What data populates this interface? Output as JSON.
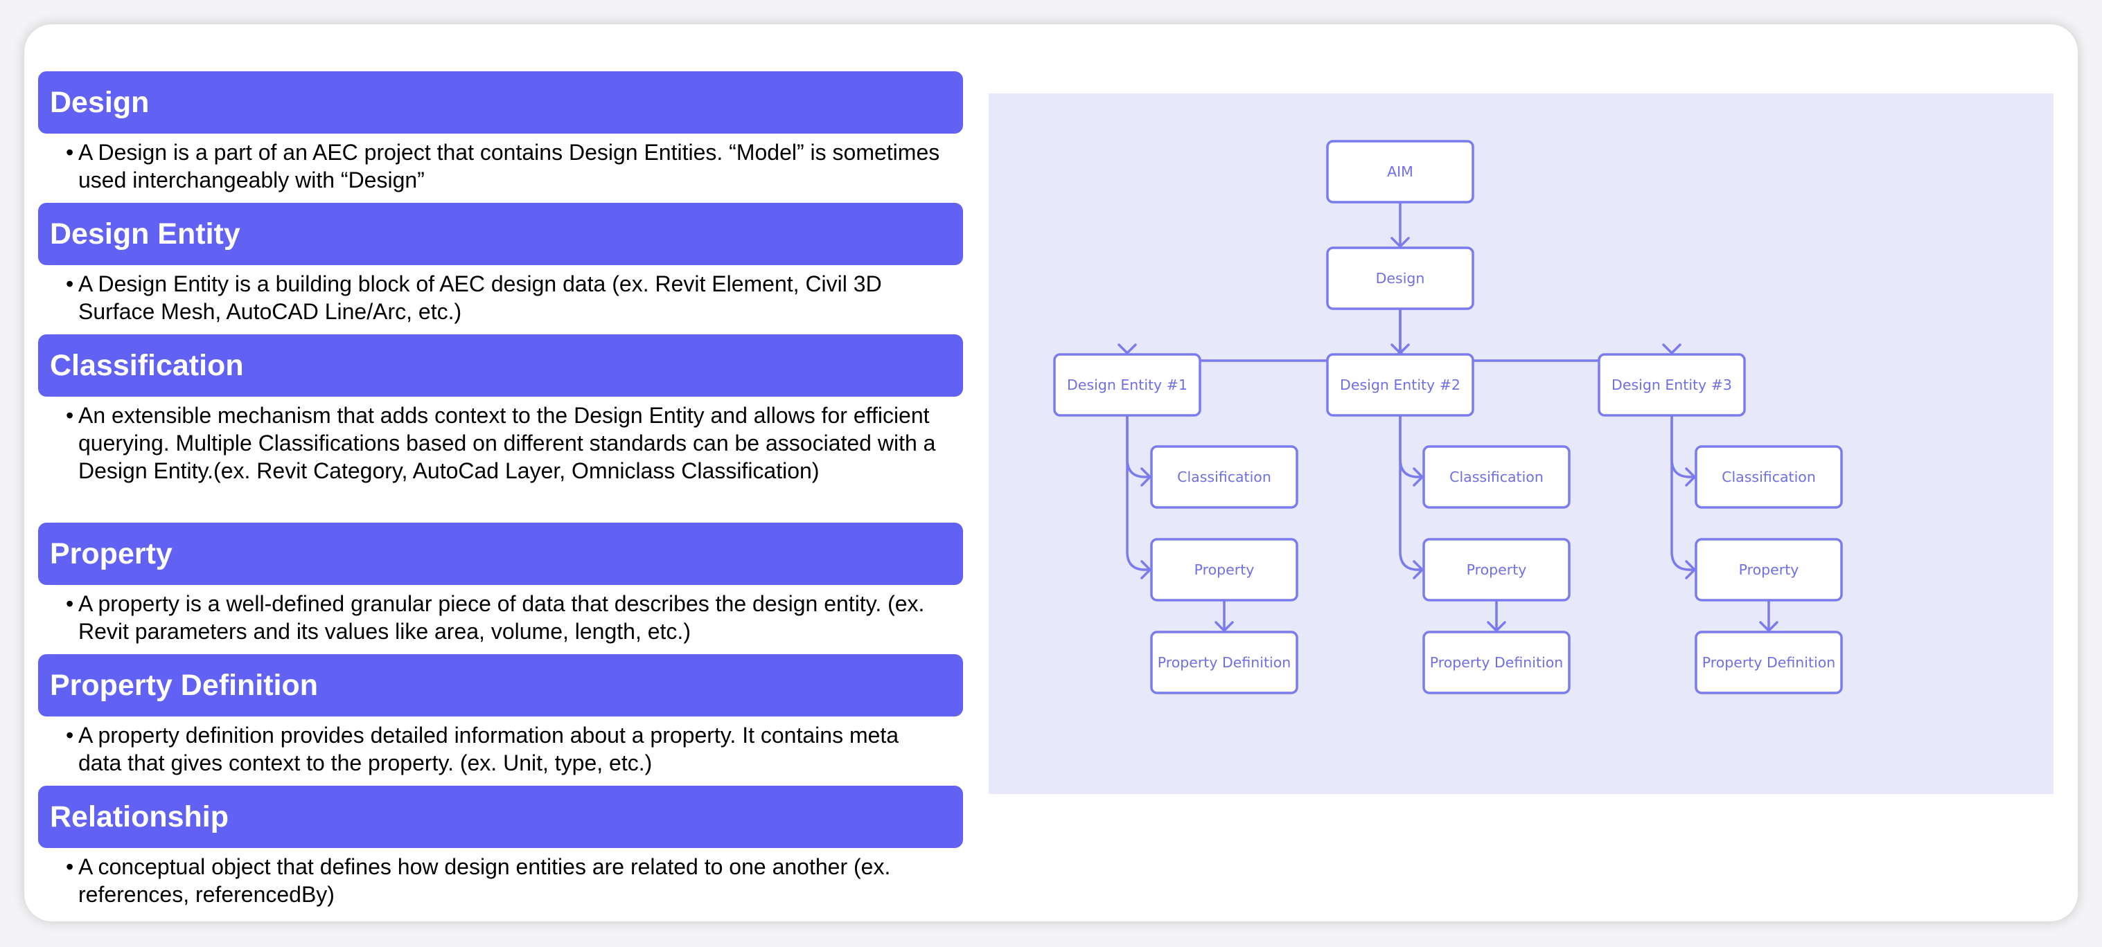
{
  "colors": {
    "header_bg": "#6161f4",
    "diagram_bg": "#e8e8fb",
    "node_stroke": "#7b7bf0",
    "node_fill": "#ffffff",
    "node_text": "#6f6fe6",
    "edge": "#7b7bf0"
  },
  "sections": [
    {
      "title": "Design",
      "bullet": "•",
      "text": "A Design is a part of an AEC project that contains Design Entities. “Model” is sometimes used interchangeably with “Design”"
    },
    {
      "title": "Design Entity",
      "bullet": "•",
      "text": "A Design Entity is a building block of AEC design data (ex. Revit Element, Civil 3D Surface Mesh, AutoCAD Line/Arc, etc.)"
    },
    {
      "title": "Classification",
      "bullet": "•",
      "text": "An extensible mechanism that adds context to the Design Entity and allows for efficient querying. Multiple Classifications based on different standards can be associated with a Design Entity.(ex. Revit Category, AutoCad Layer, Omniclass Classification)"
    },
    {
      "title": "Property",
      "bullet": "•",
      "text": "A property is a well-defined granular piece of data that describes the design entity. (ex. Revit parameters and its values like area, volume, length, etc.)"
    },
    {
      "title": "Property Definition",
      "bullet": "•",
      "text": "A property definition provides detailed information about a property. It contains meta data that gives context to the property. (ex. Unit, type, etc.)"
    },
    {
      "title": "Relationship",
      "bullet": "•",
      "text": "A conceptual object that defines how design entities are related to one another (ex. references, referencedBy)"
    }
  ],
  "diagram": {
    "nodes": [
      {
        "id": "aim",
        "label": "AIM"
      },
      {
        "id": "design",
        "label": "Design"
      },
      {
        "id": "de1",
        "label": "Design Entity #1"
      },
      {
        "id": "de2",
        "label": "Design Entity #2"
      },
      {
        "id": "de3",
        "label": "Design Entity #3"
      },
      {
        "id": "cl1",
        "label": "Classification"
      },
      {
        "id": "cl2",
        "label": "Classification"
      },
      {
        "id": "cl3",
        "label": "Classification"
      },
      {
        "id": "pr1",
        "label": "Property"
      },
      {
        "id": "pr2",
        "label": "Property"
      },
      {
        "id": "pr3",
        "label": "Property"
      },
      {
        "id": "pd1",
        "label": "Property Definition"
      },
      {
        "id": "pd2",
        "label": "Property Definition"
      },
      {
        "id": "pd3",
        "label": "Property Definition"
      }
    ],
    "edges": [
      {
        "from": "aim",
        "to": "design"
      },
      {
        "from": "design",
        "to": "de1"
      },
      {
        "from": "design",
        "to": "de2"
      },
      {
        "from": "design",
        "to": "de3"
      },
      {
        "from": "de1",
        "to": "cl1"
      },
      {
        "from": "de1",
        "to": "pr1"
      },
      {
        "from": "pr1",
        "to": "pd1"
      },
      {
        "from": "de2",
        "to": "cl2"
      },
      {
        "from": "de2",
        "to": "pr2"
      },
      {
        "from": "pr2",
        "to": "pd2"
      },
      {
        "from": "de3",
        "to": "cl3"
      },
      {
        "from": "de3",
        "to": "pr3"
      },
      {
        "from": "pr3",
        "to": "pd3"
      }
    ]
  }
}
